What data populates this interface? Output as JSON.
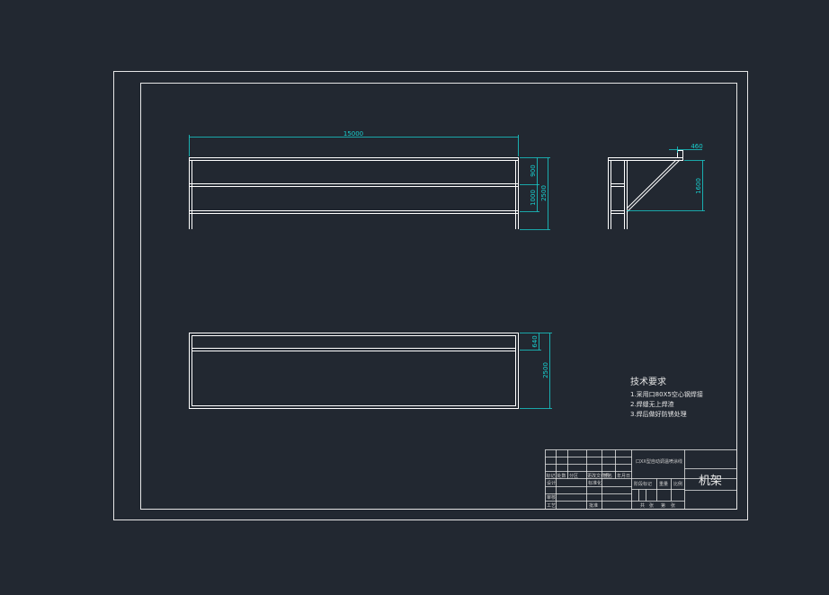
{
  "drawing": {
    "colors": {
      "background": "#222831",
      "frame": "#e6e6e6",
      "geometry": "#ffffff",
      "dimension": "#18d0d0"
    },
    "front_view": {
      "length_dim": "15000",
      "gap_upper_dim": "900",
      "gap_lower_dim": "1000",
      "height_dim": "2500"
    },
    "side_view": {
      "top_dim": "460",
      "height_dim": "1600"
    },
    "top_view": {
      "rail_dim": "640",
      "width_dim": "2500"
    },
    "notes": {
      "heading": "技术要求",
      "items": [
        "1.采用口80X5空心钢焊接",
        "2.焊缝无上焊渣",
        "3.焊后做好防锈处理"
      ]
    },
    "title_block": {
      "part_name": "机架",
      "project_label": "口XX型自动调温喷涂线",
      "left_headers": [
        "标记",
        "处数",
        "分区",
        "更改文件号",
        "签名",
        "年月日"
      ],
      "left_rows": [
        "设计",
        "审核",
        "工艺"
      ],
      "left_mid_labels": [
        "标准化",
        "批准"
      ],
      "stage_labels": [
        "阶段标记",
        "重量",
        "比例"
      ],
      "sheet_labels": [
        "共",
        "张",
        "第",
        "张"
      ]
    }
  }
}
